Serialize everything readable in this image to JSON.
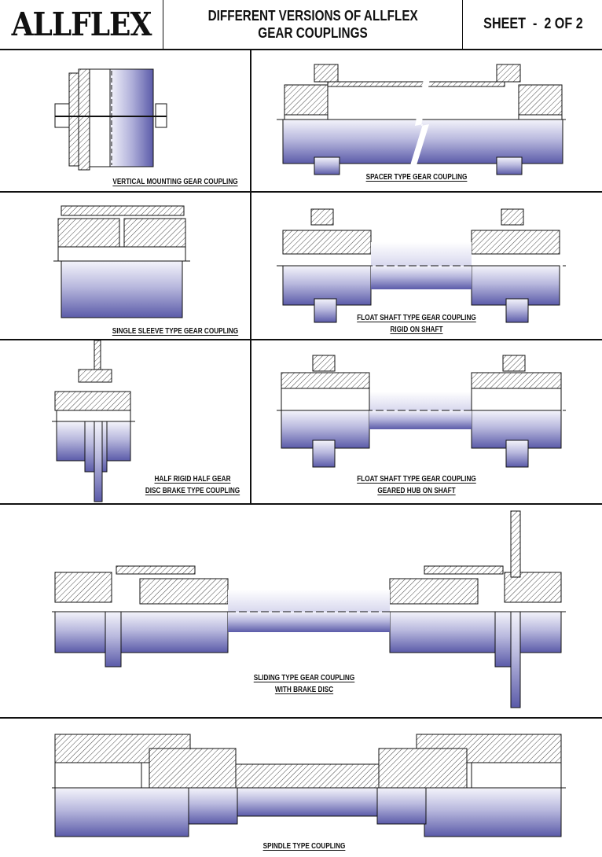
{
  "header": {
    "logo": "ALLFLEX",
    "title_line1": "DIFFERENT VERSIONS OF ALLFLEX",
    "title_line2": "GEAR COUPLINGS",
    "sheet": "SHEET  -  2 OF 2"
  },
  "colors": {
    "line": "#111111",
    "shaft_light": "#f2f2fa",
    "shaft_dark": "#5a5aa8",
    "hatch": "#333333"
  },
  "panels": [
    {
      "id": "vertical-mounting",
      "caption": [
        "VERTICAL MOUNTING GEAR COUPLING"
      ]
    },
    {
      "id": "spacer-type",
      "caption": [
        "SPACER TYPE GEAR COUPLING"
      ]
    },
    {
      "id": "single-sleeve",
      "caption": [
        "SINGLE SLEEVE TYPE GEAR COUPLING"
      ]
    },
    {
      "id": "float-shaft-rigid",
      "caption": [
        "FLOAT SHAFT TYPE GEAR COUPLING",
        "RIGID ON SHAFT"
      ]
    },
    {
      "id": "half-rigid-disc-brake",
      "caption": [
        "HALF RIGID HALF GEAR",
        "DISC BRAKE TYPE COUPLING"
      ]
    },
    {
      "id": "float-shaft-geared",
      "caption": [
        "FLOAT SHAFT TYPE GEAR COUPLING",
        "GEARED HUB ON SHAFT"
      ]
    },
    {
      "id": "sliding-brake-disc",
      "caption": [
        "SLIDING TYPE GEAR COUPLING",
        "WITH BRAKE DISC"
      ]
    },
    {
      "id": "spindle-type",
      "caption": [
        "SPINDLE TYPE COUPLING"
      ]
    }
  ]
}
